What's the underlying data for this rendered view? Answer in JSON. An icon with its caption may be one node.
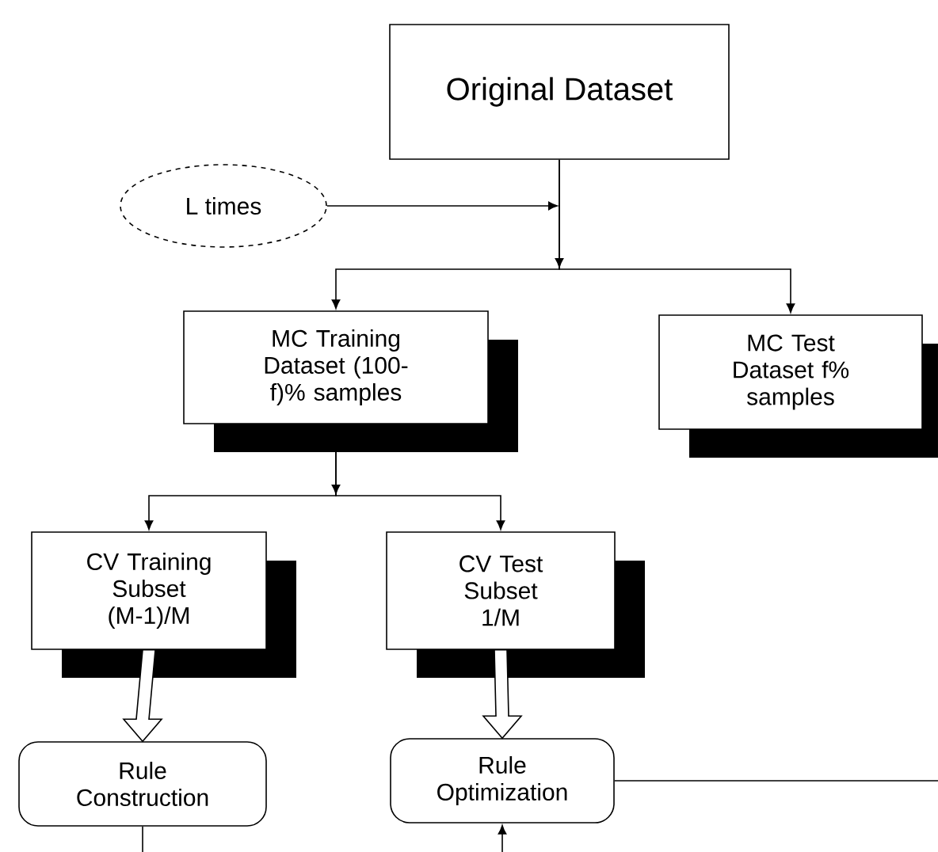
{
  "diagram": {
    "nodes": [
      {
        "text": [
          "Original Dataset"
        ]
      },
      {
        "text": [
          "L times"
        ]
      },
      {
        "text": [
          "MC Training Dataset (100-f)% samples"
        ]
      },
      {
        "text": [
          "MC Test Dataset f% samples"
        ]
      },
      {
        "text": [
          "CV Training Subset (M-1)/M"
        ]
      },
      {
        "text": [
          "CV Test Subset 1/M"
        ]
      },
      {
        "text": [
          "Rule Construction"
        ]
      },
      {
        "text": [
          "Rule Optimization"
        ]
      }
    ],
    "edges": [
      {
        "from": 0,
        "to": 2,
        "arrow": "to"
      },
      {
        "from": 0,
        "to": 3,
        "arrow": "to"
      },
      {
        "from": 1,
        "to": null,
        "arrow": "to"
      },
      {
        "from": 2,
        "to": 4,
        "arrow": "to"
      },
      {
        "from": 2,
        "to": 5,
        "arrow": "to"
      },
      {
        "from": 4,
        "to": 6,
        "arrow": "to",
        "style": "thick"
      },
      {
        "from": 5,
        "to": 7,
        "arrow": "to",
        "style": "thick"
      },
      {
        "from": 6,
        "to": null,
        "arrow": "none"
      },
      {
        "from": 7,
        "to": null,
        "arrow": "none"
      },
      {
        "from": null,
        "to": 7,
        "arrow": "to"
      }
    ]
  }
}
